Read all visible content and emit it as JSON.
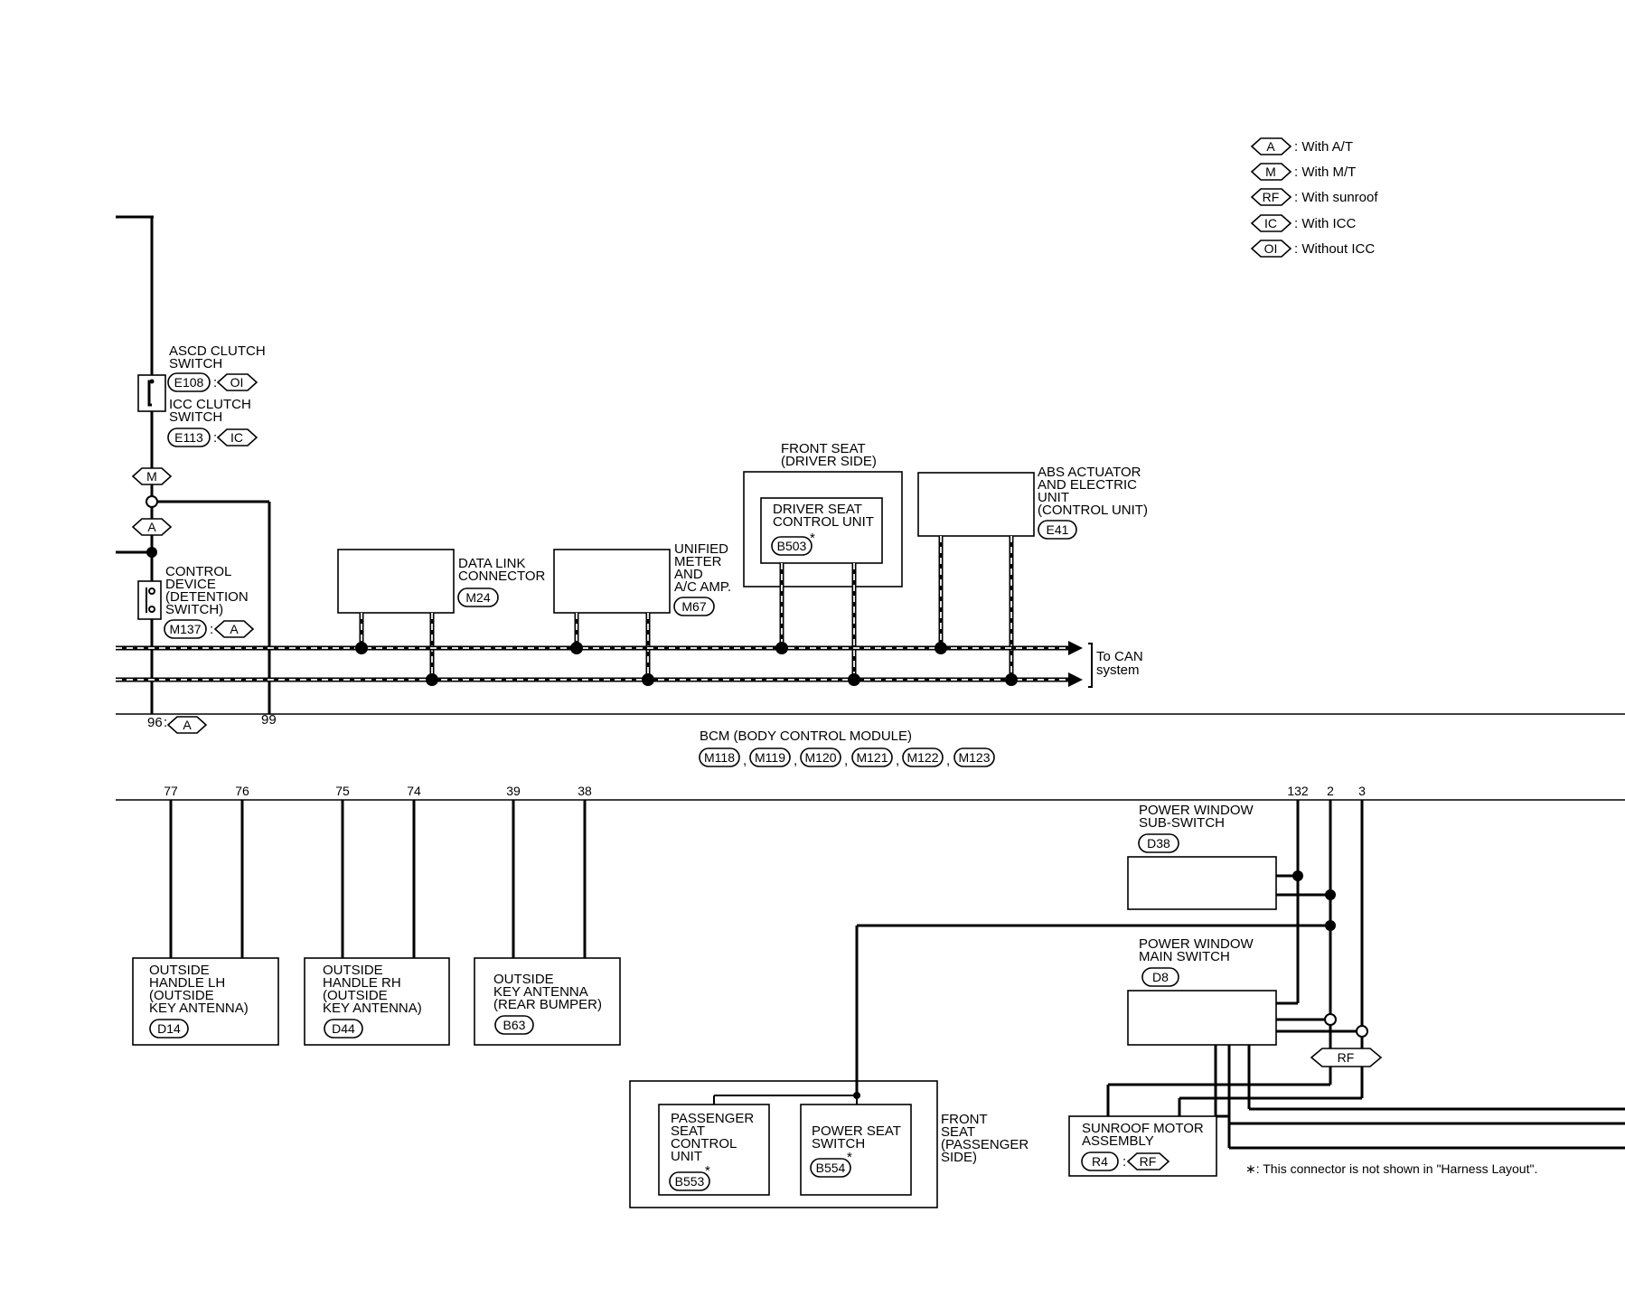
{
  "legend": [
    {
      "code": "A",
      "text": ": With A/T"
    },
    {
      "code": "M",
      "text": ": With M/T"
    },
    {
      "code": "RF",
      "text": ": With sunroof"
    },
    {
      "code": "IC",
      "text": ": With ICC"
    },
    {
      "code": "OI",
      "text": ": Without ICC"
    }
  ],
  "ascd": {
    "l1": "ASCD CLUTCH",
    "l2": "SWITCH",
    "conn": "E108",
    "cond": "OI",
    "l3": "ICC CLUTCH",
    "l4": "SWITCH",
    "conn2": "E113",
    "cond2": "IC"
  },
  "markers": {
    "m": "M",
    "a": "A",
    "pin96": "96",
    "colon": ":",
    "pin96_cond": "A",
    "pin99": "99"
  },
  "control_device": {
    "l1": "CONTROL",
    "l2": "DEVICE",
    "l3": "(DETENTION",
    "l4": " SWITCH)",
    "conn": "M137",
    "cond": "A"
  },
  "dlc": {
    "l1": "DATA LINK",
    "l2": "CONNECTOR",
    "conn": "M24"
  },
  "meter": {
    "l1": "UNIFIED",
    "l2": "METER",
    "l3": "AND",
    "l4": "A/C AMP.",
    "conn": "M67"
  },
  "front_seat_driver": {
    "l1": "FRONT SEAT",
    "l2": "(DRIVER SIDE)",
    "unit1": "DRIVER SEAT",
    "unit2": "CONTROL UNIT",
    "conn": "B503",
    "star": "*"
  },
  "abs": {
    "l1": "ABS ACTUATOR",
    "l2": "AND ELECTRIC",
    "l3": "UNIT",
    "l4": "(CONTROL UNIT)",
    "conn": "E41"
  },
  "can": {
    "l1": "To CAN",
    "l2": "system"
  },
  "bcm": {
    "title": "BCM (BODY CONTROL MODULE)",
    "conns": [
      "M118",
      "M119",
      "M120",
      "M121",
      "M122",
      "M123"
    ],
    "sep": ","
  },
  "pins_bottom": [
    "77",
    "76",
    "75",
    "74",
    "39",
    "38",
    "132",
    "2",
    "3"
  ],
  "handle_lh": {
    "l1": "OUTSIDE",
    "l2": "HANDLE LH",
    "l3": "(OUTSIDE",
    "l4": " KEY ANTENNA)",
    "conn": "D14"
  },
  "handle_rh": {
    "l1": "OUTSIDE",
    "l2": "HANDLE RH",
    "l3": "(OUTSIDE",
    "l4": " KEY ANTENNA)",
    "conn": "D44"
  },
  "rear_antenna": {
    "l1": "OUTSIDE",
    "l2": "KEY ANTENNA",
    "l3": "(REAR BUMPER)",
    "conn": "B63"
  },
  "pw_sub": {
    "l1": "POWER WINDOW",
    "l2": "SUB-SWITCH",
    "conn": "D38"
  },
  "pw_main": {
    "l1": "POWER WINDOW",
    "l2": "MAIN SWITCH",
    "conn": "D8"
  },
  "rf_marker": "RF",
  "passenger": {
    "u1": "PASSENGER",
    "u2": "SEAT",
    "u3": "CONTROL",
    "u4": "UNIT",
    "conn": "B553",
    "star": "*"
  },
  "power_seat": {
    "l1": "POWER SEAT",
    "l2": "SWITCH",
    "conn": "B554",
    "star": "*"
  },
  "front_seat_pass": {
    "l1": "FRONT",
    "l2": "SEAT",
    "l3": "(PASSENGER",
    "l4": " SIDE)"
  },
  "sunroof": {
    "l1": "SUNROOF MOTOR",
    "l2": "ASSEMBLY",
    "conn": "R4",
    "colon": ":",
    "cond": "RF"
  },
  "note": "∗: This connector is not shown in \"Harness Layout\"."
}
